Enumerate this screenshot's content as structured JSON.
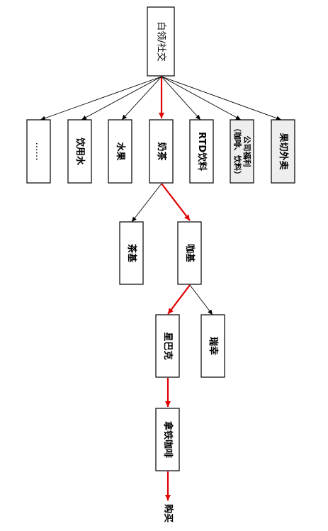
{
  "nodes": {
    "root": {
      "label": "白领/社交"
    },
    "more": {
      "label": "……"
    },
    "water": {
      "label": "饮用水"
    },
    "fruit": {
      "label": "水果"
    },
    "milktea": {
      "label": "奶茶"
    },
    "rtd": {
      "label": "RTD饮料"
    },
    "company": {
      "label1": "公司福利",
      "label2": "（咖啡、饮料）"
    },
    "juice": {
      "label": "果切外卖"
    },
    "teabase": {
      "label": "茶基"
    },
    "coffeebase": {
      "label": "咖基"
    },
    "starbucks": {
      "label": "星巴克"
    },
    "luckin": {
      "label": "瑞幸"
    },
    "latte": {
      "label": "拿铁咖啡"
    },
    "buy": {
      "label": "购买"
    }
  },
  "colors": {
    "highlight": "#e00000",
    "shaded_fill": "#eeeeee",
    "line": "#000000"
  }
}
